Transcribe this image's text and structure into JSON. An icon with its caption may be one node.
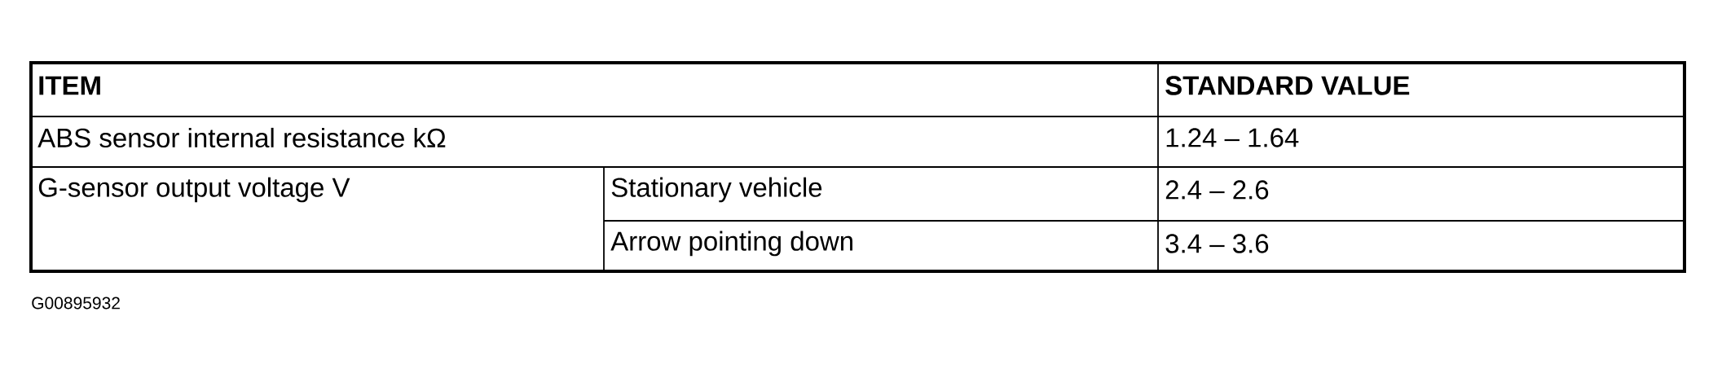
{
  "diagram": {
    "labels": [
      "ITEM",
      "STANDARD VALUE",
      "ABS sensor internal resistance kΩ",
      "1.24 – 1.64",
      "G-sensor output voltage V",
      "Stationary vehicle",
      "2.4 – 2.6",
      "Arrow pointing down",
      "3.4 – 3.6",
      "G00895932"
    ]
  }
}
